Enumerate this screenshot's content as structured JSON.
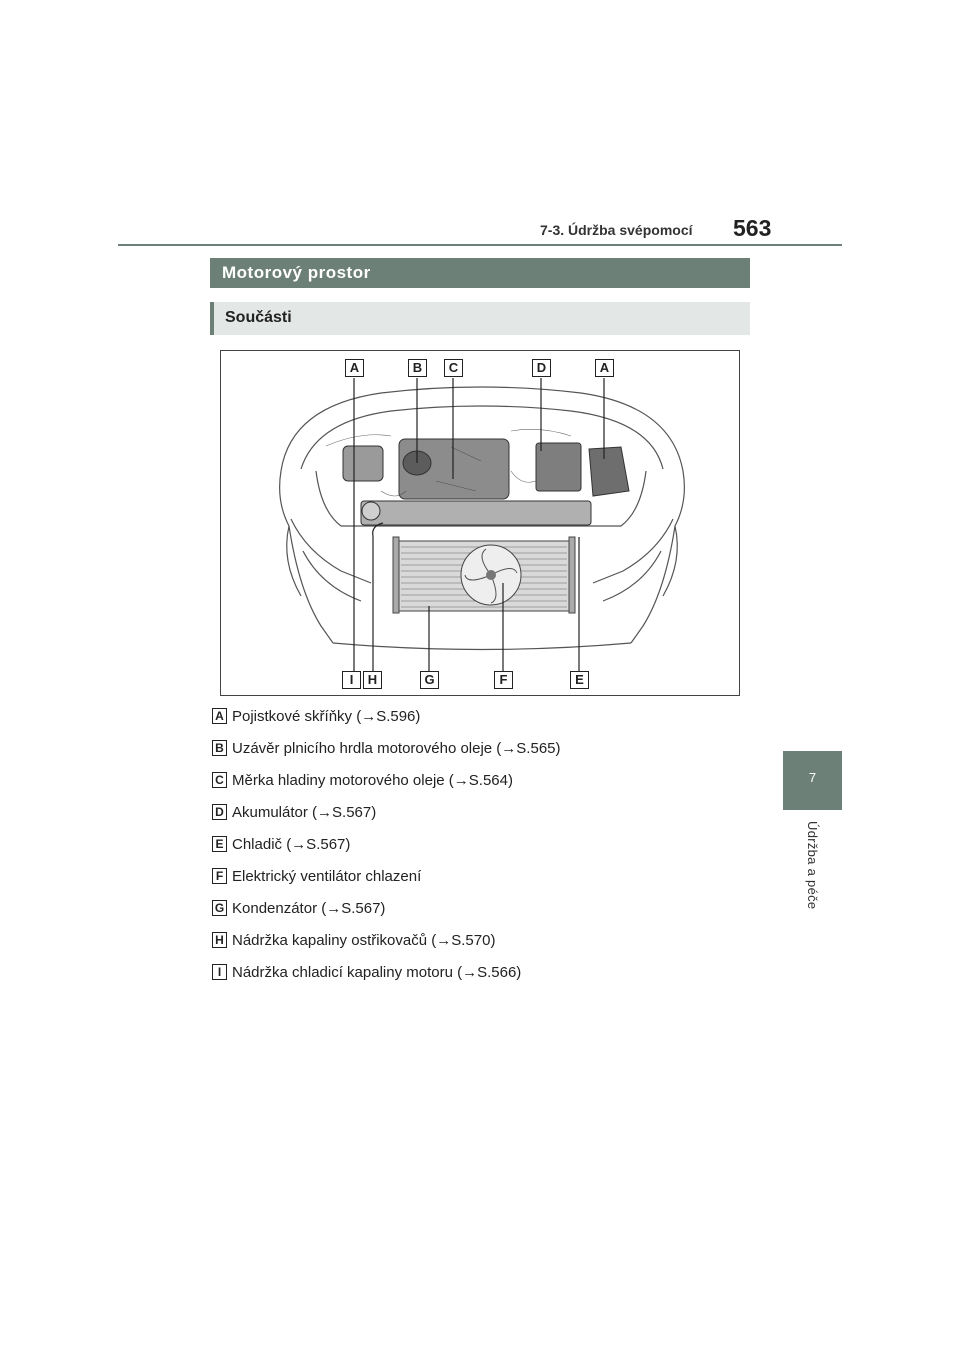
{
  "header": {
    "section": "7-3. Údržba svépomocí",
    "page_number": "563"
  },
  "side_tab": {
    "number": "7",
    "label": "Údržba a péče"
  },
  "title": "Motorový prostor",
  "subtitle": "Součásti",
  "figure": {
    "callouts_top": [
      "A",
      "B",
      "C",
      "D",
      "A"
    ],
    "callouts_bottom": [
      "I",
      "H",
      "G",
      "F",
      "E"
    ]
  },
  "legend": [
    {
      "key": "A",
      "text": "Pojistkové skříňky (→S.596)"
    },
    {
      "key": "B",
      "text": "Uzávěr plnicího hrdla motorového oleje (→S.565)"
    },
    {
      "key": "C",
      "text": "Měrka hladiny motorového oleje (→S.564)"
    },
    {
      "key": "D",
      "text": "Akumulátor (→S.567)"
    },
    {
      "key": "E",
      "text": "Chladič (→S.567)"
    },
    {
      "key": "F",
      "text": "Elektrický ventilátor chlazení"
    },
    {
      "key": "G",
      "text": "Kondenzátor (→S.567)"
    },
    {
      "key": "H",
      "text": "Nádržka kapaliny ostřikovačů (→S.570)"
    },
    {
      "key": "I",
      "text": "Nádržka chladicí kapaliny motoru (→S.566)"
    }
  ],
  "colors": {
    "accent": "#6d8077",
    "subtitle_bg": "#e3e7e5"
  }
}
